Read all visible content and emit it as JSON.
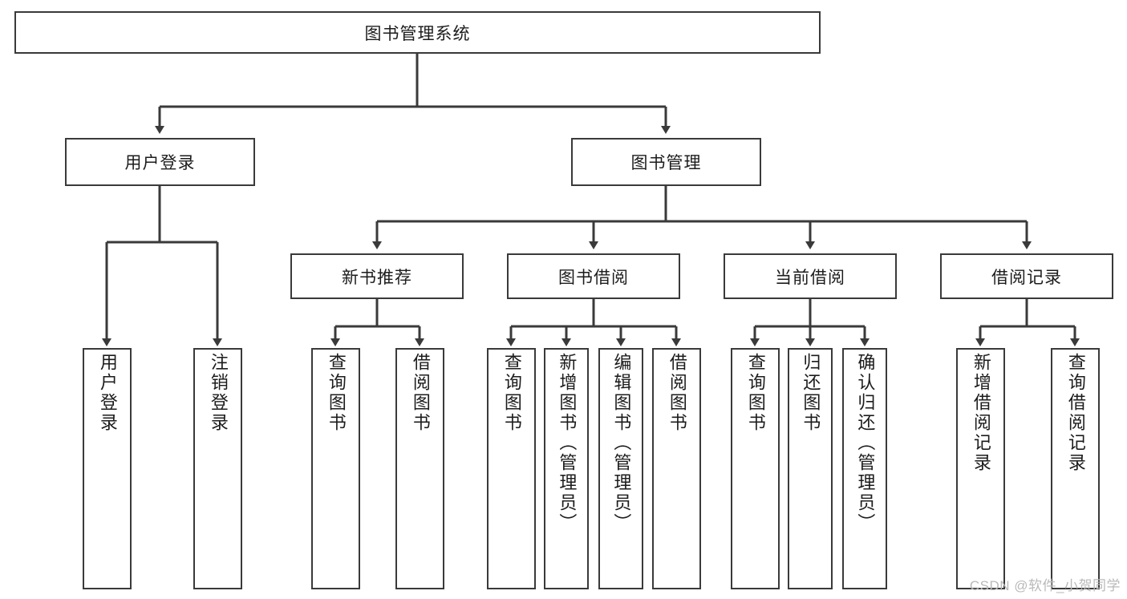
{
  "diagram": {
    "title_node": {
      "label": "图书管理系统"
    },
    "level2": [
      {
        "id": "user-login",
        "label": "用户登录"
      },
      {
        "id": "book-management",
        "label": "图书管理"
      }
    ],
    "level3": [
      {
        "id": "new-book-recommend",
        "label": "新书推荐"
      },
      {
        "id": "book-borrow",
        "label": "图书借阅"
      },
      {
        "id": "current-borrow",
        "label": "当前借阅"
      },
      {
        "id": "borrow-record",
        "label": "借阅记录"
      }
    ],
    "leaves": [
      {
        "id": "leaf-user-login",
        "label": "用户登录",
        "parent": "user-login"
      },
      {
        "id": "leaf-logout",
        "label": "注销登录",
        "parent": "user-login"
      },
      {
        "id": "leaf-query-book-1",
        "label": "查询图书",
        "parent": "new-book-recommend"
      },
      {
        "id": "leaf-borrow-book-1",
        "label": "借阅图书",
        "parent": "new-book-recommend"
      },
      {
        "id": "leaf-query-book-2",
        "label": "查询图书",
        "parent": "book-borrow"
      },
      {
        "id": "leaf-add-book",
        "label": "新增图书（管理员）",
        "parent": "book-borrow"
      },
      {
        "id": "leaf-edit-book",
        "label": "编辑图书（管理员）",
        "parent": "book-borrow"
      },
      {
        "id": "leaf-borrow-book-2",
        "label": "借阅图书",
        "parent": "book-borrow"
      },
      {
        "id": "leaf-query-book-3",
        "label": "查询图书",
        "parent": "current-borrow"
      },
      {
        "id": "leaf-return-book",
        "label": "归还图书",
        "parent": "current-borrow"
      },
      {
        "id": "leaf-confirm-return",
        "label": "确认归还（管理员）",
        "parent": "current-borrow"
      },
      {
        "id": "leaf-add-record",
        "label": "新增借阅记录",
        "parent": "borrow-record"
      },
      {
        "id": "leaf-query-record",
        "label": "查询借阅记录",
        "parent": "borrow-record"
      }
    ],
    "watermark": "CSDN @软件_小贺同学",
    "colors": {
      "stroke": "#3a3a3a",
      "background": "#ffffff",
      "text": "#1c1c1c",
      "watermark": "#b9b9b9"
    }
  }
}
